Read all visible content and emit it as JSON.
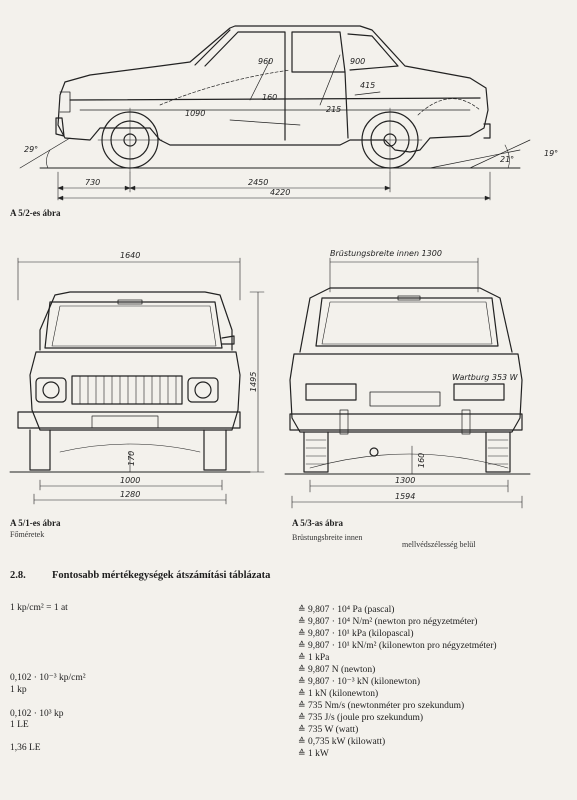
{
  "figures": {
    "side": {
      "caption": "A 5/2-es ábra",
      "dims": {
        "front_overhang": "730",
        "wheelbase": "2450",
        "length": "4220",
        "approach_angle": "29°",
        "departure_angle_inner": "21°",
        "departure_angle_outer": "19°",
        "seat_height": "960",
        "rear_seat_height": "900",
        "interior_length": "1090",
        "front_seat": "160",
        "rear_seat": "215",
        "rear_legroom": "415"
      }
    },
    "front": {
      "caption": "A 5/1-es ábra",
      "sub": "Főméretek",
      "dims": {
        "width": "1640",
        "height": "1495",
        "clearance": "170",
        "track": "1000",
        "tread": "1280"
      }
    },
    "rear": {
      "caption": "A 5/3-as ábra",
      "sub": "Brüstungsbreite innen",
      "note": "mellvédszélesség belül",
      "badge": "Wartburg 353 W",
      "dims": {
        "inner_width": "Brüstungsbreite innen 1300",
        "clearance": "160",
        "track": "1300",
        "width": "1594"
      }
    }
  },
  "section": {
    "number": "2.8.",
    "title": "Fontosabb mértékegységek átszámítási táblázata"
  },
  "conversions": {
    "left": [
      "1 kp/cm² = 1 at",
      "0,102 · 10⁻³ kp/cm²",
      "1 kp",
      "0,102 · 10³ kp",
      "1 LE",
      "1,36 LE"
    ],
    "symbol": "≙",
    "right": [
      "9,807 · 10⁴ Pa (pascal)",
      "9,807 · 10⁴ N/m² (newton pro négyzetméter)",
      "9,807 · 10¹ kPa (kilopascal)",
      "9,807 · 10¹ kN/m² (kilonewton pro négyzetméter)",
      "1 kPa",
      "9,807 N (newton)",
      "9,807 · 10⁻³ kN (kilonewton)",
      "1 kN (kilonewton)",
      "735 Nm/s (newtonméter pro szekundum)",
      "735 J/s (joule pro szekundum)",
      "735 W (watt)",
      "0,735 kW (kilowatt)",
      "1 kW"
    ]
  }
}
